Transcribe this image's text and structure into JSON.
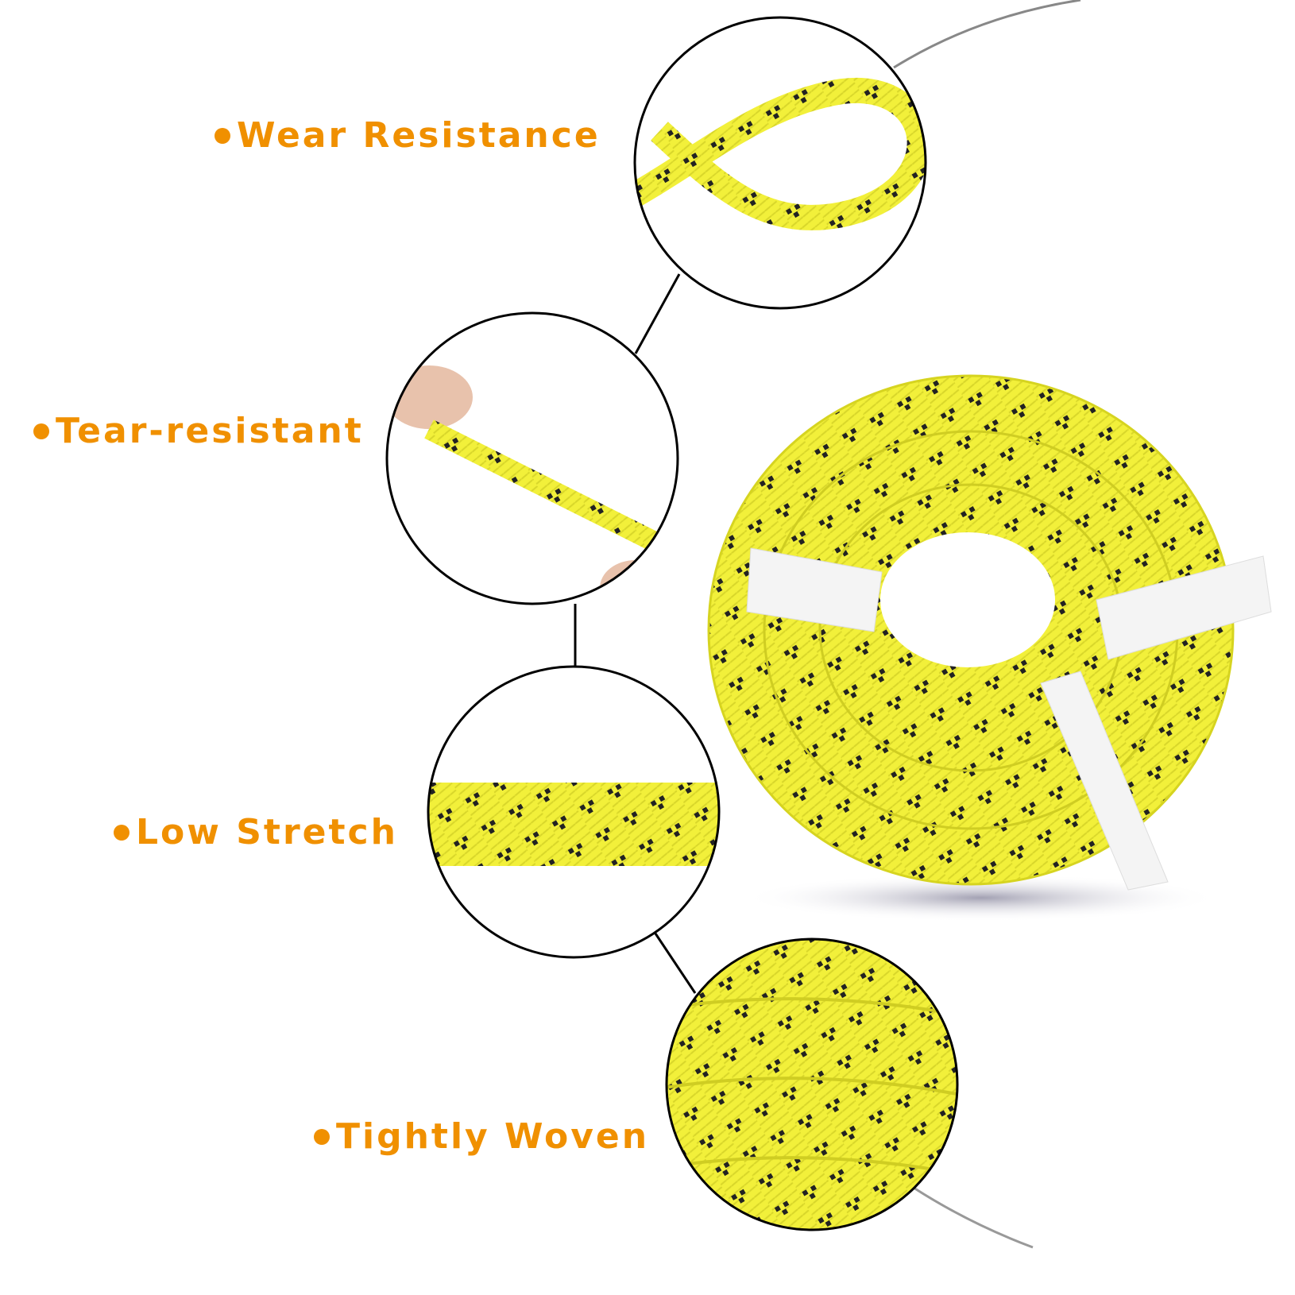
{
  "features": [
    {
      "label": "Wear Resistance"
    },
    {
      "label": "Tear-resistant"
    },
    {
      "label": "Low Stretch"
    },
    {
      "label": "Tightly Woven"
    }
  ],
  "colors": {
    "accent": "#F09000",
    "rope": "#F2F03A",
    "rope_marks": "#222222"
  }
}
